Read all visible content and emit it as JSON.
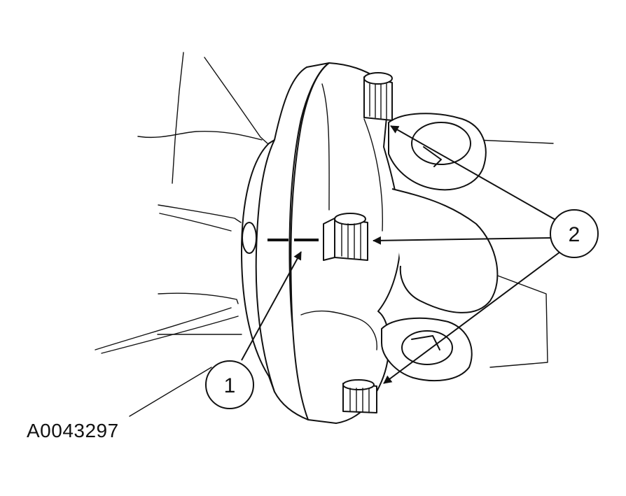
{
  "figure": {
    "id": "A0043297"
  },
  "callouts": [
    {
      "label": "1"
    },
    {
      "label": "2"
    }
  ],
  "colors": {
    "ink": "#111111",
    "background": "#ffffff"
  }
}
